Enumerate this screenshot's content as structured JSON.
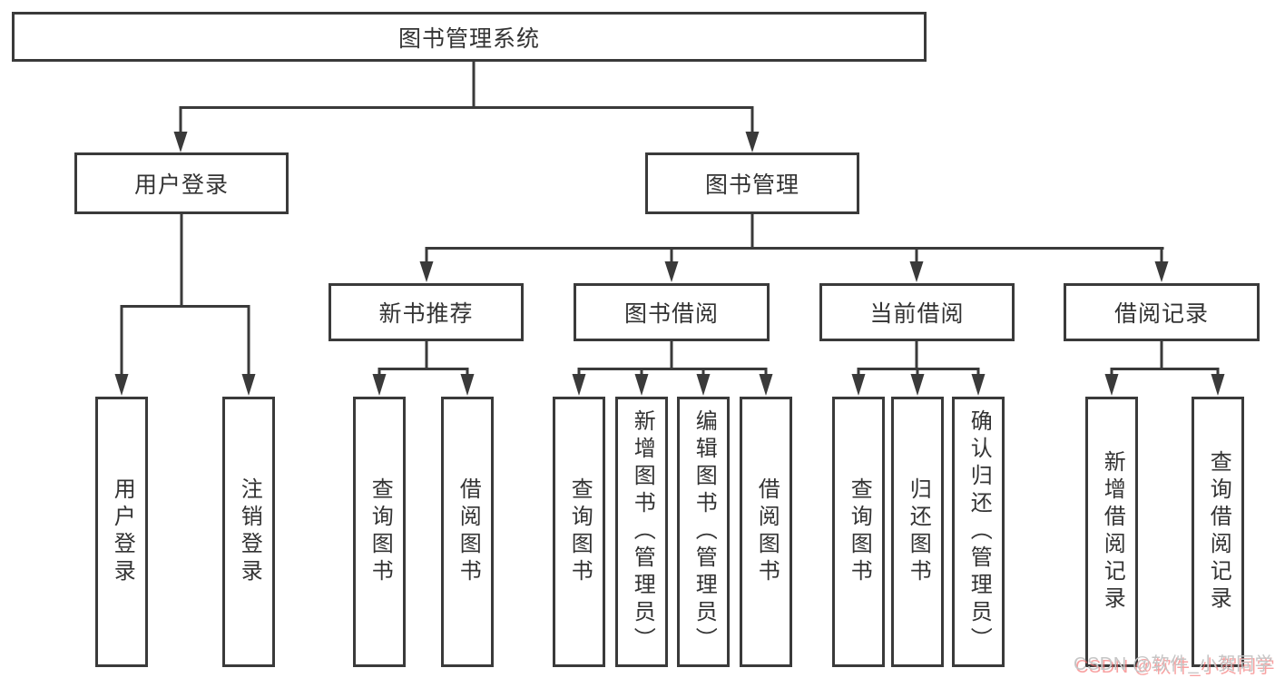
{
  "diagram": {
    "root": {
      "label": "图书管理系统"
    },
    "branches": [
      {
        "label": "用户登录",
        "children": [
          {
            "label": "用户登录"
          },
          {
            "label": "注销登录"
          }
        ]
      },
      {
        "label": "图书管理",
        "children": [
          {
            "label": "新书推荐",
            "children": [
              {
                "label": "查询图书"
              },
              {
                "label": "借阅图书"
              }
            ]
          },
          {
            "label": "图书借阅",
            "children": [
              {
                "label": "查询图书"
              },
              {
                "label": "新增图书（管理员）"
              },
              {
                "label": "编辑图书（管理员）"
              },
              {
                "label": "借阅图书"
              }
            ]
          },
          {
            "label": "当前借阅",
            "children": [
              {
                "label": "查询图书"
              },
              {
                "label": "归还图书"
              },
              {
                "label": "确认归还（管理员）"
              }
            ]
          },
          {
            "label": "借阅记录",
            "children": [
              {
                "label": "新增借阅记录"
              },
              {
                "label": "查询借阅记录"
              }
            ]
          }
        ]
      }
    ]
  },
  "watermark": {
    "text": "CSDN @软件_小贺同学"
  },
  "colors": {
    "line": "#3a3a3a",
    "text": "#333333",
    "background": "#ffffff",
    "watermark_gray": "#c6c6c6",
    "watermark_red": "#f56e6e"
  }
}
